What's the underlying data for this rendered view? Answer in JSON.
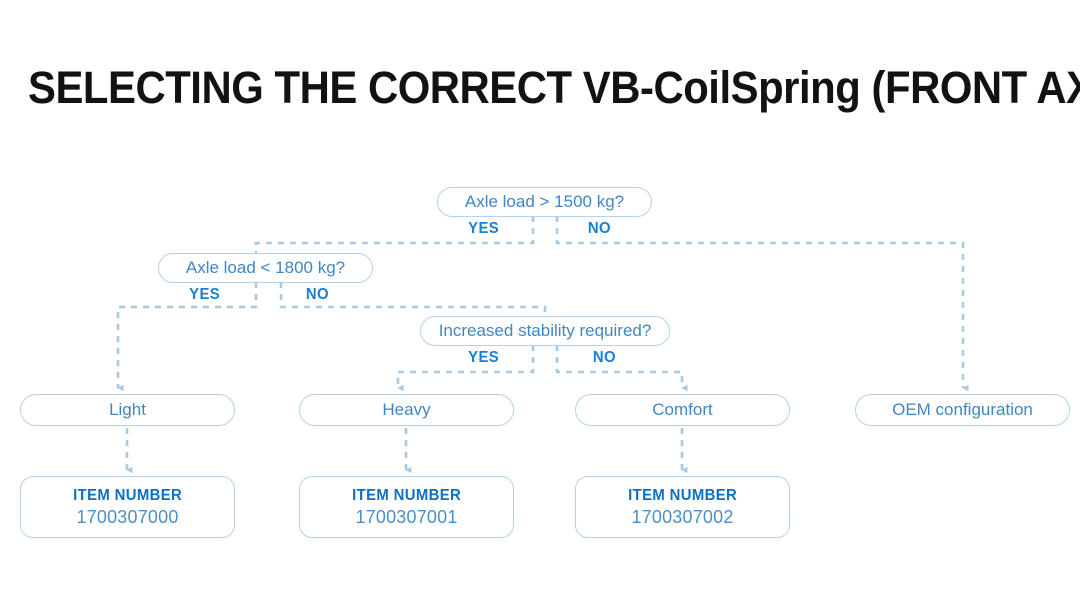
{
  "page": {
    "title": "SELECTING THE CORRECT VB-CoilSpring (FRONT AXLE)",
    "background": "#ffffff"
  },
  "colors": {
    "title_text": "#121212",
    "node_border": "#b4d2ea",
    "node_text": "#3f86c6",
    "branch_label": "#1a7fd4",
    "item_title": "#0e6fc4",
    "item_value": "#4a90c8",
    "connector": "#a8cae6"
  },
  "flowchart": {
    "type": "decision-tree",
    "decisions": [
      {
        "id": "d1",
        "question": "Axle load > 1500 kg?",
        "yes_label": "YES",
        "no_label": "NO",
        "yes_target": "d2",
        "no_target": "r4"
      },
      {
        "id": "d2",
        "question": "Axle load < 1800 kg?",
        "yes_label": "YES",
        "no_label": "NO",
        "yes_target": "r1",
        "no_target": "d3"
      },
      {
        "id": "d3",
        "question": "Increased stability required?",
        "yes_label": "YES",
        "no_label": "NO",
        "yes_target": "r2",
        "no_target": "r3"
      }
    ],
    "results": [
      {
        "id": "r1",
        "label": "Light",
        "item_title": "ITEM NUMBER",
        "item_number": "1700307000"
      },
      {
        "id": "r2",
        "label": "Heavy",
        "item_title": "ITEM NUMBER",
        "item_number": "1700307001"
      },
      {
        "id": "r3",
        "label": "Comfort",
        "item_title": "ITEM NUMBER",
        "item_number": "1700307002"
      },
      {
        "id": "r4",
        "label": "OEM configuration",
        "item_title": "",
        "item_number": ""
      }
    ]
  }
}
